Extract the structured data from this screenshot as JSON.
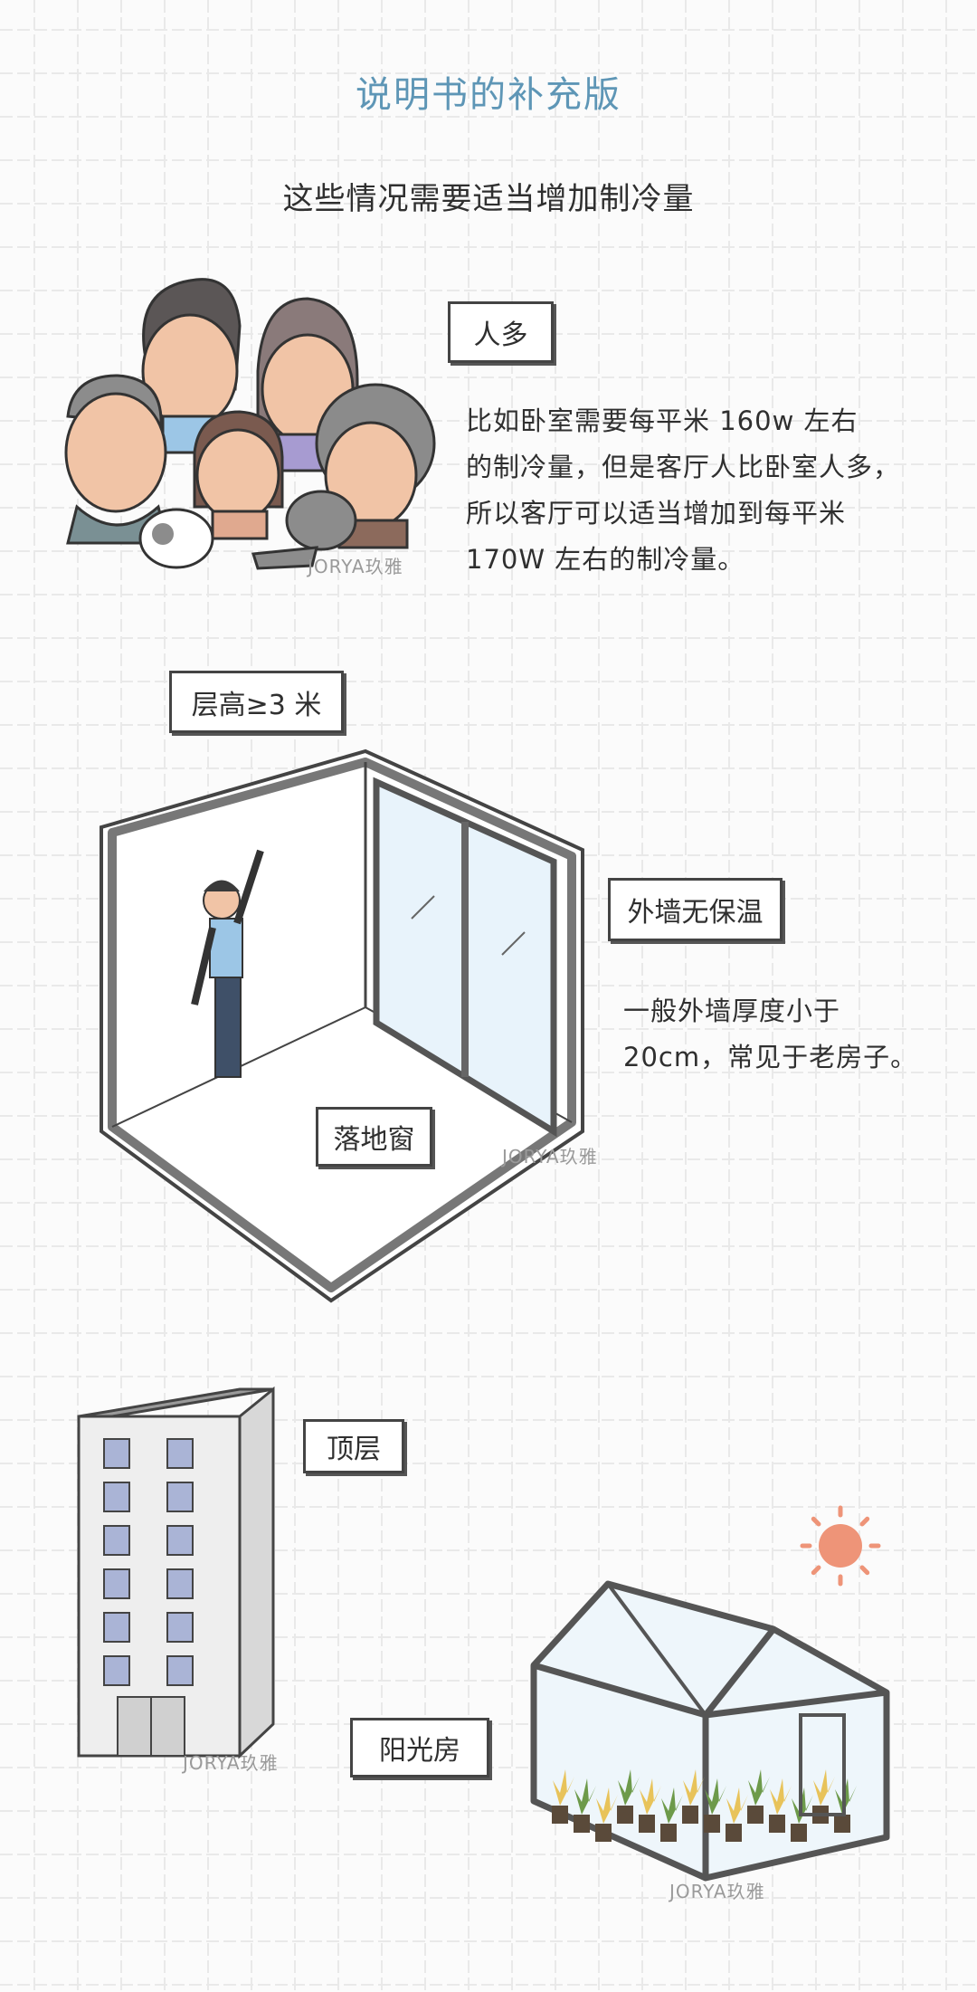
{
  "header": {
    "title": "说明书的补充版",
    "subtitle": "这些情况需要适当增加制冷量"
  },
  "colors": {
    "title": "#5e96b6",
    "text": "#2f2f2f",
    "sun": "#ee9478",
    "glass": "#e8f3fb",
    "window": "#aab4d6"
  },
  "section_people": {
    "bubble": "人多",
    "paragraph_lines": [
      "比如卧室需要每平米 160w 左右",
      "的制冷量，但是客厅人比卧室人多，",
      "所以客厅可以适当增加到每平米",
      "170W 左右的制冷量。"
    ],
    "watermark": "JORYA玖雅"
  },
  "section_room": {
    "bubble_height": "层高≥3 米",
    "bubble_wall": "外墙无保温",
    "wall_note_lines": [
      "一般外墙厚度小于",
      "20cm，常见于老房子。"
    ],
    "bubble_window": "落地窗",
    "watermark": "JORYA玖雅"
  },
  "section_building": {
    "bubble_top_floor": "顶层",
    "bubble_sunroom": "阳光房",
    "watermark_building": "JORYA玖雅",
    "watermark_sunroom": "JORYA玖雅"
  }
}
